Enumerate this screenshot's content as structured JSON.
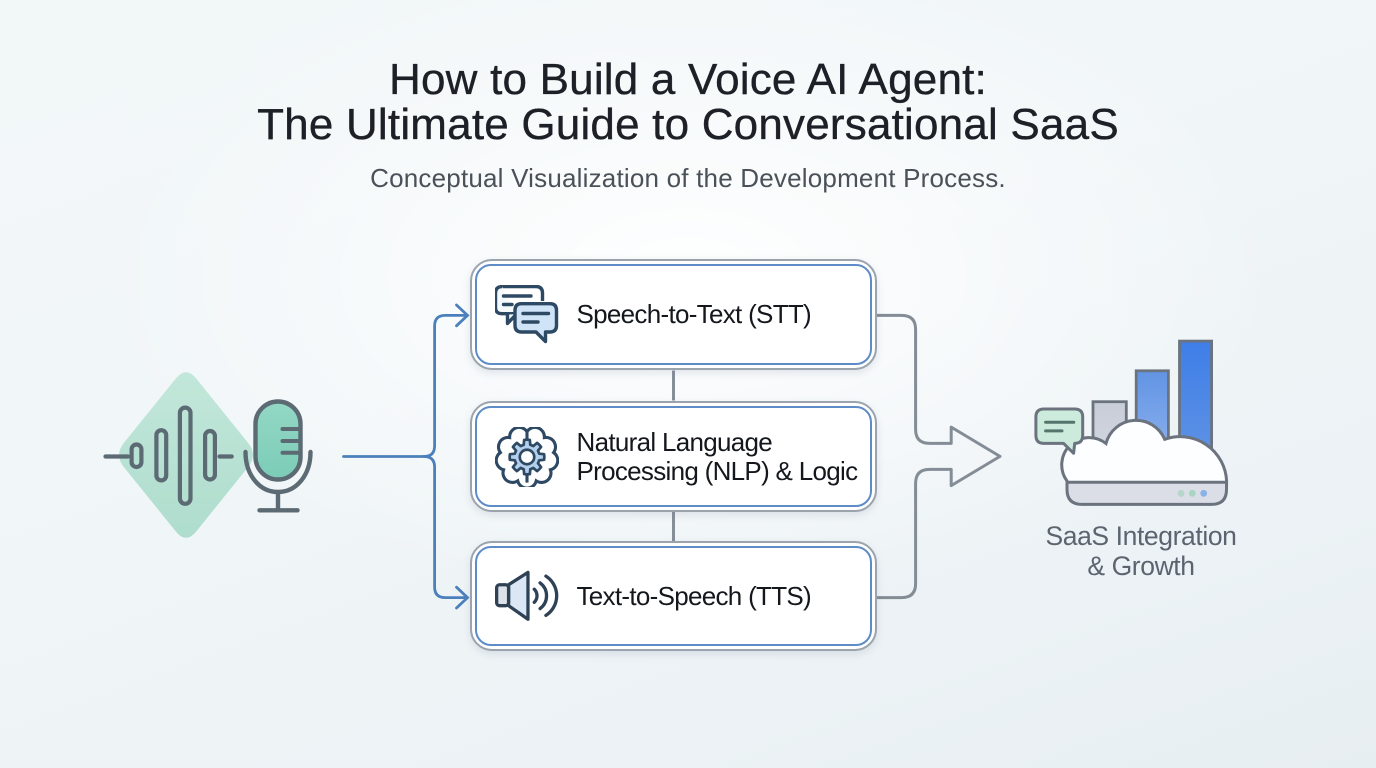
{
  "header": {
    "title_line1": "How to Build a Voice AI Agent:",
    "title_line2": "The Ultimate Guide to Conversational SaaS",
    "subtitle": "Conceptual Visualization of the Development Process."
  },
  "flow": {
    "input": {
      "icon": "voice-input-microphone-waveform-icon"
    },
    "steps": [
      {
        "id": "stt",
        "icon": "chat-bubbles-icon",
        "label": "Speech-to-Text (STT)"
      },
      {
        "id": "nlp",
        "icon": "brain-gear-icon",
        "label_line1": "Natural Language",
        "label_line2": "Processing (NLP) & Logic"
      },
      {
        "id": "tts",
        "icon": "speaker-sound-waves-icon",
        "label": "Text-to-Speech (TTS)"
      }
    ],
    "output": {
      "icon": "cloud-growth-chart-icon",
      "caption_line1": "SaaS Integration",
      "caption_line2": "& Growth"
    }
  },
  "colors": {
    "background": "#f0f5f7",
    "title_text": "#1d2127",
    "subtitle_text": "#4a5158",
    "box_outer_border": "#9ba3ac",
    "box_inner_border": "#5d8cc7",
    "box_label_text": "#16191f",
    "blue_connector": "#4c80bd",
    "gray_connector": "#868e98",
    "diamond_fill": "#bde4d8",
    "mic_fill": "#84d1bd",
    "icon_outline": "#2e4964",
    "icon_blue_fill": "#cfe4f7",
    "caption_text": "#5c646f",
    "bar_blue": "#4582e8",
    "bubble_mint_fill": "#cdebdc"
  }
}
